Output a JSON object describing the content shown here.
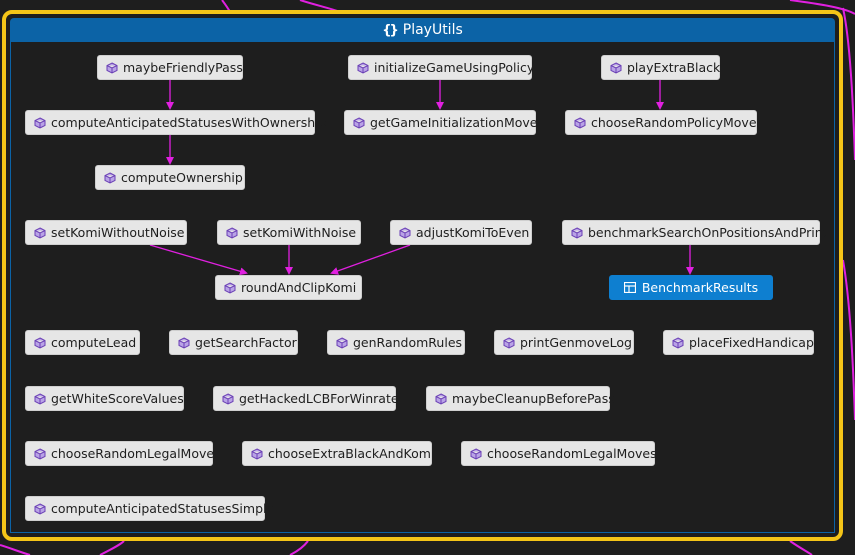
{
  "title": "PlayUtils",
  "colors": {
    "frame_border": "#f5c518",
    "header_bg": "#0c63a6",
    "edge": "#e020e0",
    "node_bg": "#e6e6e6",
    "result_bg": "#0e7fd0"
  },
  "nodes": {
    "maybeFriendlyPass": "maybeFriendlyPass",
    "initializeGameUsingPolicy": "initializeGameUsingPolicy",
    "playExtraBlack": "playExtraBlack",
    "computeAnticipatedStatusesWithOwnership": "computeAnticipatedStatusesWithOwnership",
    "getGameInitializationMove": "getGameInitializationMove",
    "chooseRandomPolicyMove": "chooseRandomPolicyMove",
    "computeOwnership": "computeOwnership",
    "setKomiWithoutNoise": "setKomiWithoutNoise",
    "setKomiWithNoise": "setKomiWithNoise",
    "adjustKomiToEven": "adjustKomiToEven",
    "benchmarkSearchOnPositionsAndPrint": "benchmarkSearchOnPositionsAndPrint",
    "roundAndClipKomi": "roundAndClipKomi",
    "BenchmarkResults": "BenchmarkResults",
    "computeLead": "computeLead",
    "getSearchFactor": "getSearchFactor",
    "genRandomRules": "genRandomRules",
    "printGenmoveLog": "printGenmoveLog",
    "placeFixedHandicap": "placeFixedHandicap",
    "getWhiteScoreValues": "getWhiteScoreValues",
    "getHackedLCBForWinrate": "getHackedLCBForWinrate",
    "maybeCleanupBeforePass": "maybeCleanupBeforePass",
    "chooseRandomLegalMove": "chooseRandomLegalMove",
    "chooseExtraBlackAndKomi": "chooseExtraBlackAndKomi",
    "chooseRandomLegalMoves": "chooseRandomLegalMoves",
    "computeAnticipatedStatusesSimple": "computeAnticipatedStatusesSimple"
  },
  "edges": [
    [
      "maybeFriendlyPass",
      "computeAnticipatedStatusesWithOwnership"
    ],
    [
      "computeAnticipatedStatusesWithOwnership",
      "computeOwnership"
    ],
    [
      "initializeGameUsingPolicy",
      "getGameInitializationMove"
    ],
    [
      "playExtraBlack",
      "chooseRandomPolicyMove"
    ],
    [
      "setKomiWithoutNoise",
      "roundAndClipKomi"
    ],
    [
      "setKomiWithNoise",
      "roundAndClipKomi"
    ],
    [
      "adjustKomiToEven",
      "roundAndClipKomi"
    ],
    [
      "benchmarkSearchOnPositionsAndPrint",
      "BenchmarkResults"
    ]
  ]
}
